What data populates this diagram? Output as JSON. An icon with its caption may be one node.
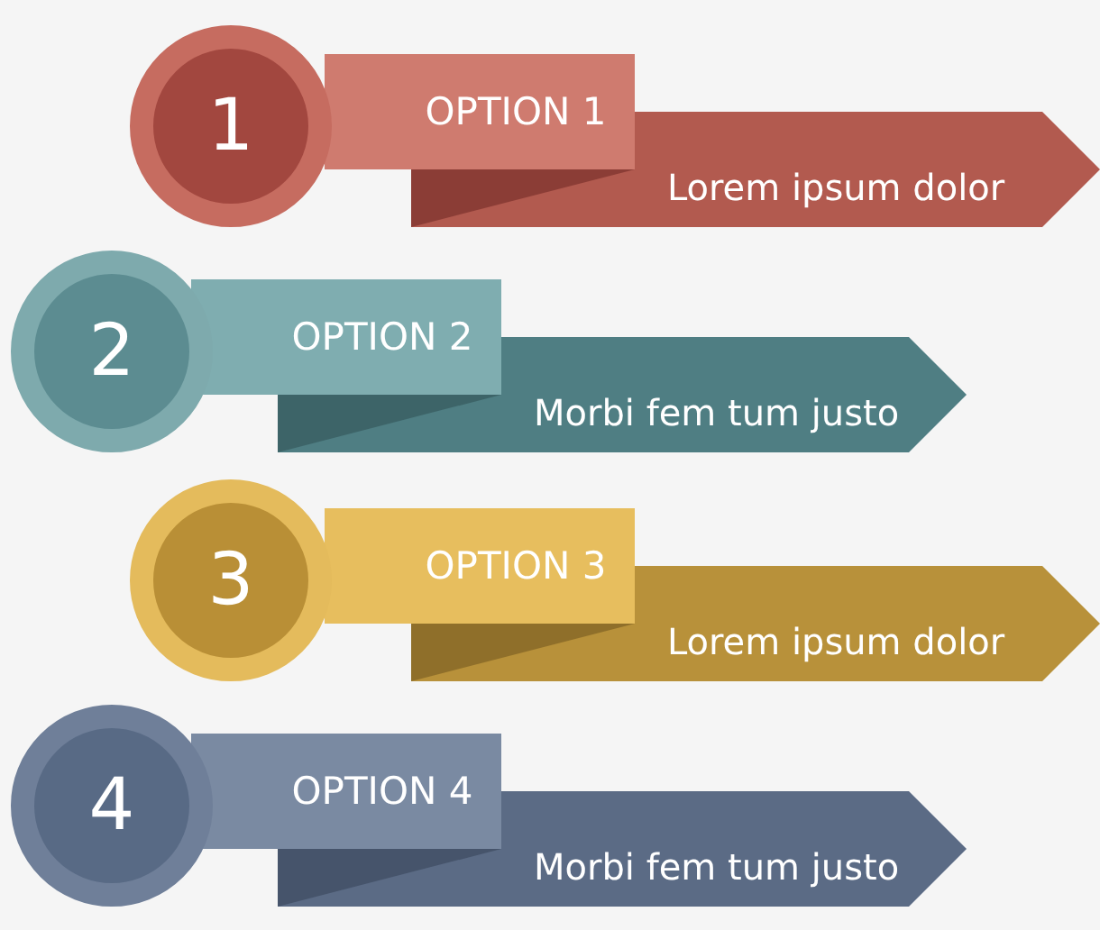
{
  "diagram": {
    "nodes": [
      {
        "text": [
          "1"
        ]
      },
      {
        "text": [
          "OPTION 1"
        ]
      },
      {
        "text": [
          "Lorem ipsum dolor"
        ]
      },
      {
        "text": [
          "2"
        ]
      },
      {
        "text": [
          "OPTION 2"
        ]
      },
      {
        "text": [
          "Morbi fem tum justo"
        ]
      },
      {
        "text": [
          "3"
        ]
      },
      {
        "text": [
          "OPTION 3"
        ]
      },
      {
        "text": [
          "Lorem ipsum dolor"
        ]
      },
      {
        "text": [
          "4"
        ]
      },
      {
        "text": [
          "OPTION 4"
        ]
      },
      {
        "text": [
          "Morbi fem tum justo"
        ]
      }
    ]
  }
}
